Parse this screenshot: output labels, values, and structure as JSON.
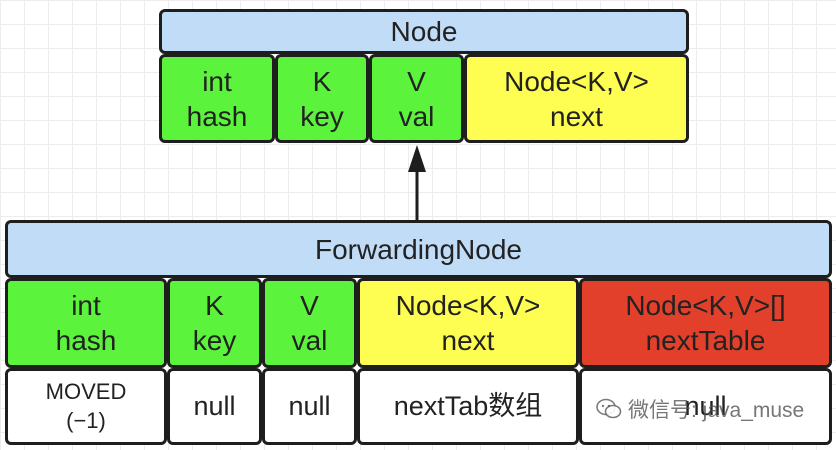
{
  "node": {
    "title": "Node",
    "fields": [
      {
        "type": "int",
        "name": "hash",
        "color": "#5bf33c"
      },
      {
        "type": "K",
        "name": "key",
        "color": "#5bf33c"
      },
      {
        "type": "V",
        "name": "val",
        "color": "#5bf33c"
      },
      {
        "type": "Node<K,V>",
        "name": "next",
        "color": "#fdfd52"
      }
    ]
  },
  "forwarding_node": {
    "title": "ForwardingNode",
    "fields": [
      {
        "type": "int",
        "name": "hash",
        "color": "#5bf33c"
      },
      {
        "type": "K",
        "name": "key",
        "color": "#5bf33c"
      },
      {
        "type": "V",
        "name": "val",
        "color": "#5bf33c"
      },
      {
        "type": "Node<K,V>",
        "name": "next",
        "color": "#fdfd52"
      },
      {
        "type": "Node<K,V>[]",
        "name": "nextTable",
        "color": "#e2402a"
      }
    ],
    "values": {
      "hash_line1": "MOVED",
      "hash_line2": "(−1)",
      "key": "null",
      "val": "null",
      "next": "nextTab数组",
      "nextTable": "null"
    }
  },
  "watermark": {
    "text": "微信号: java_muse",
    "icon": "wechat-icon"
  },
  "colors": {
    "title_bg": "#c0dcf6",
    "field_green": "#5bf33c",
    "field_yellow": "#fdfd52",
    "field_red": "#e2402a",
    "border": "#1e1e1e"
  }
}
